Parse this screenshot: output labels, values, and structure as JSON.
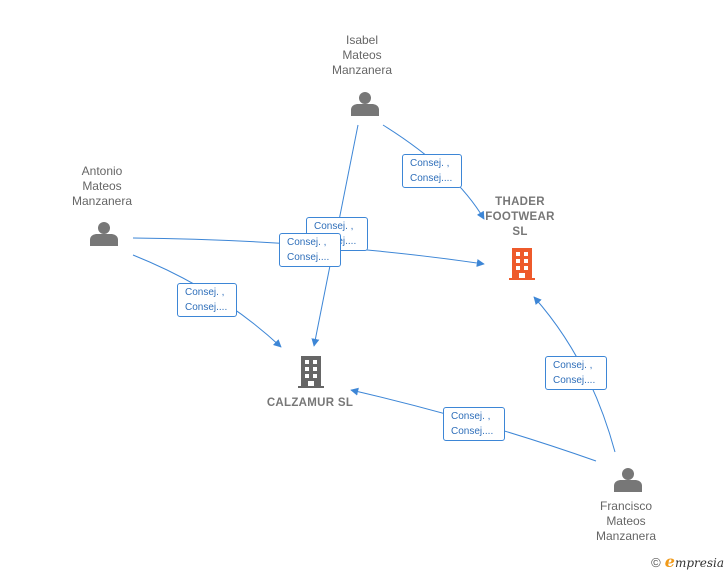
{
  "nodes": {
    "isabel": {
      "label": "Isabel\nMateos\nManzanera",
      "icon": "person-icon"
    },
    "antonio": {
      "label": "Antonio\nMateos\nManzanera",
      "icon": "person-icon"
    },
    "francisco": {
      "label": "Francisco\nMateos\nManzanera",
      "icon": "person-icon"
    },
    "thader": {
      "label": "THADER\nFOOTWEAR\nSL",
      "icon": "building-icon",
      "color": "#ee5a2b"
    },
    "calzamur": {
      "label": "CALZAMUR  SL",
      "icon": "building-icon",
      "color": "#666666"
    }
  },
  "edges": [
    {
      "id": "isabel-thader",
      "line1": "Consej. ,",
      "line2": "Consej...."
    },
    {
      "id": "isabel-calzamur",
      "line1": "Consej. ,",
      "line2": "Consej...."
    },
    {
      "id": "antonio-thader",
      "line1": "Consej. ,",
      "line2": "Consej...."
    },
    {
      "id": "antonio-calzamur",
      "line1": "Consej. ,",
      "line2": "Consej...."
    },
    {
      "id": "francisco-thader",
      "line1": "Consej. ,",
      "line2": "Consej...."
    },
    {
      "id": "francisco-calzamur",
      "line1": "Consej. ,",
      "line2": "Consej...."
    }
  ],
  "colors": {
    "edge": "#3d86d6",
    "person": "#777777",
    "company_main": "#ee5a2b",
    "company_other": "#666666"
  },
  "footer": {
    "copyright": "©",
    "brand_initial": "e",
    "brand_rest": "mpresia"
  }
}
